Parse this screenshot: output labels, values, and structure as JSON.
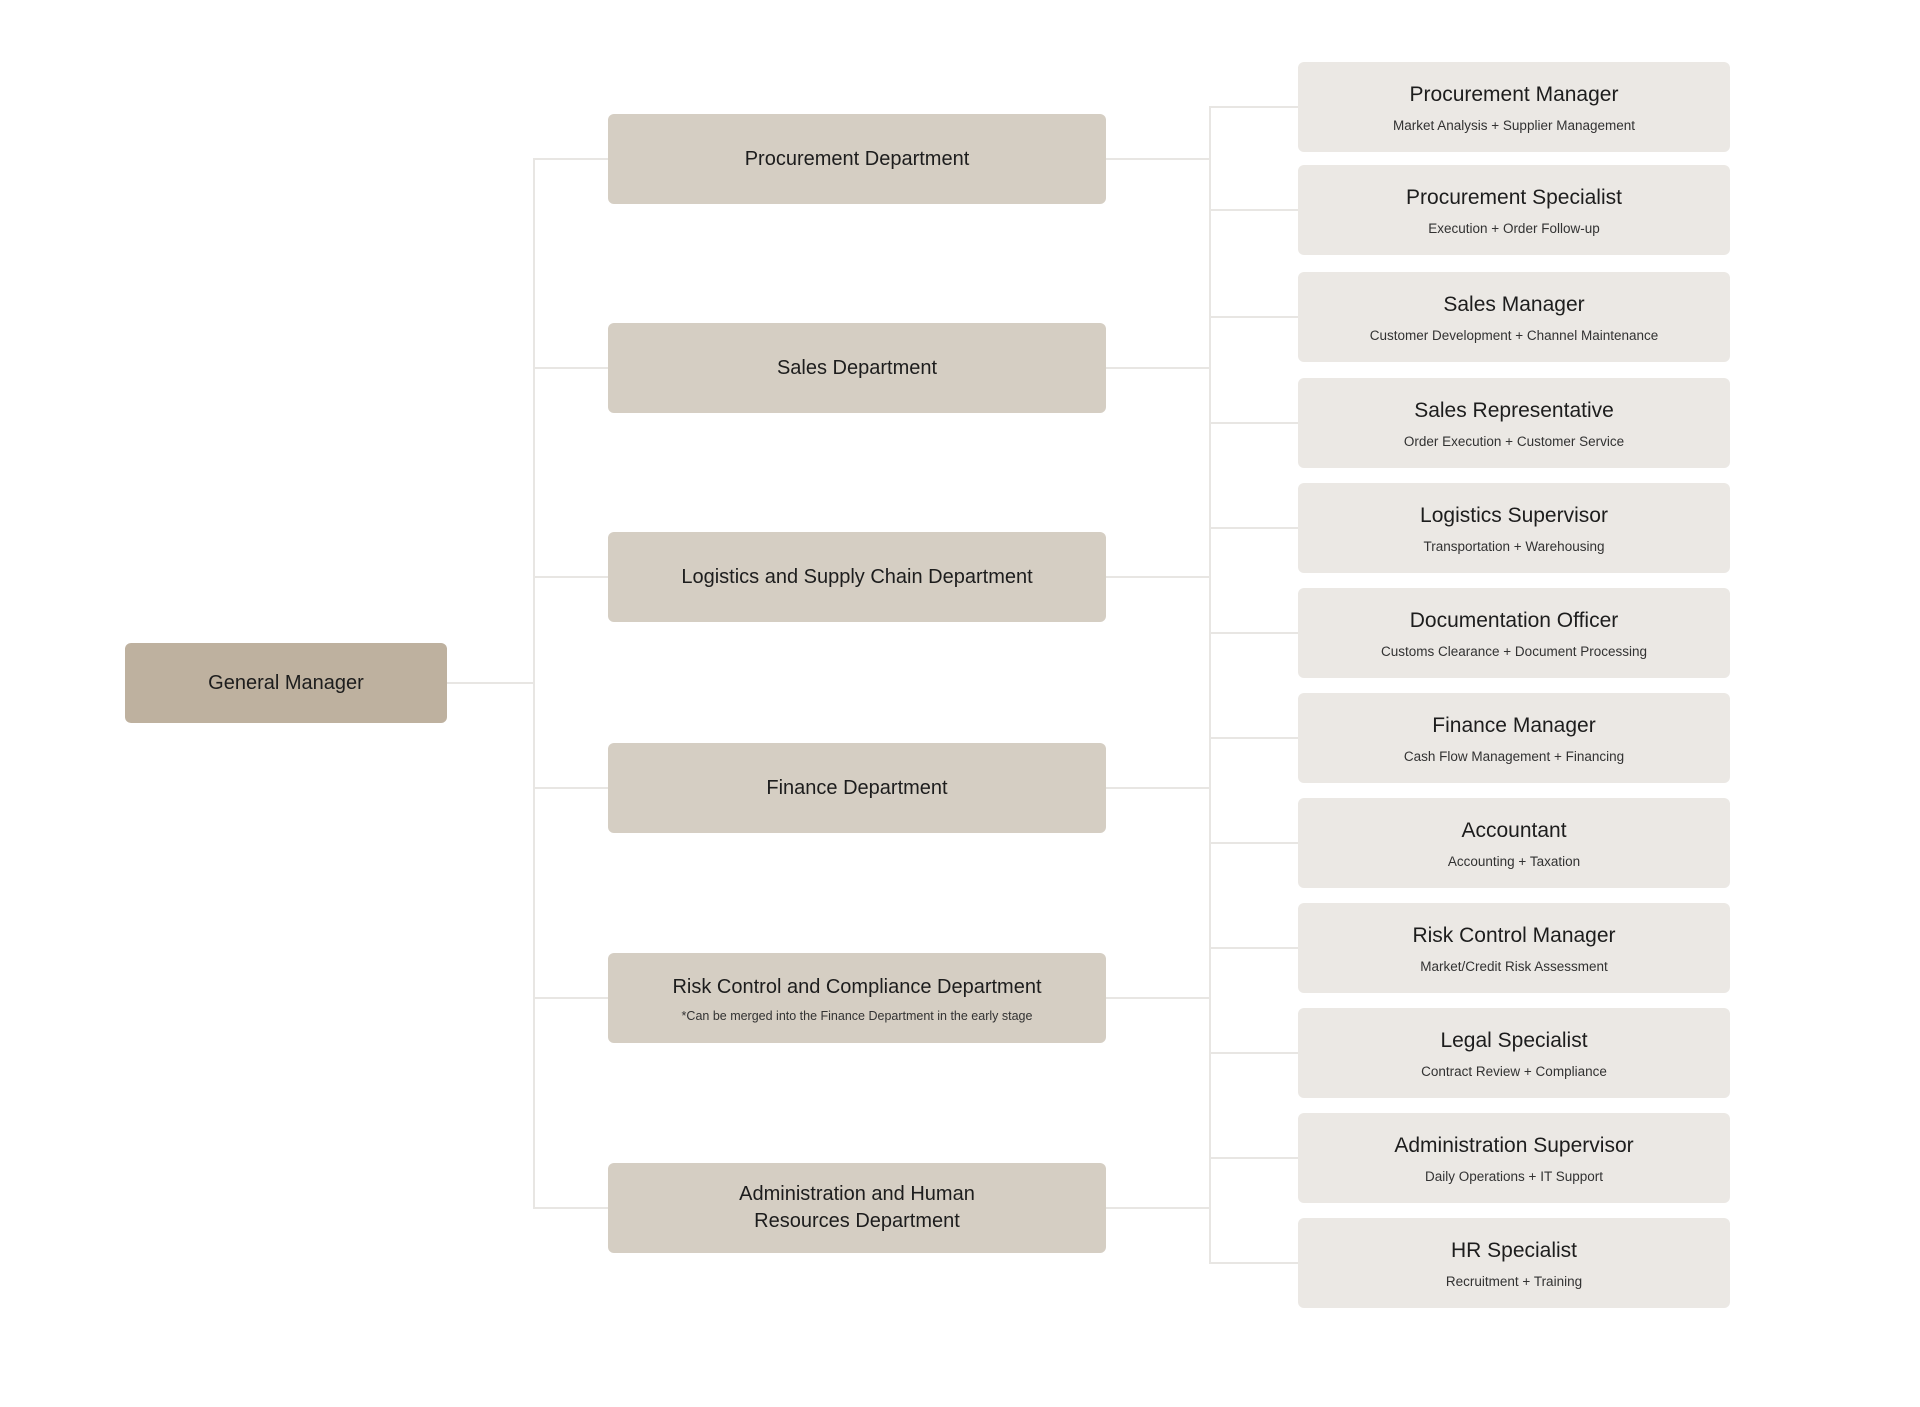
{
  "palette": {
    "canvas_bg": "#ffffff",
    "root_fill": "#beb19f",
    "department_fill": "#d5cec3",
    "role_fill": "#ebe8e4",
    "connector": "#e8e6e3",
    "title_text": "#1d1d1d",
    "subtitle_text": "#323232"
  },
  "root": {
    "title": "General Manager"
  },
  "departments": [
    {
      "title": "Procurement Department"
    },
    {
      "title": "Sales Department"
    },
    {
      "title": "Logistics and Supply Chain Department"
    },
    {
      "title": "Finance Department"
    },
    {
      "title": "Risk Control and Compliance Department",
      "note": "*Can be merged into the Finance Department in the early stage"
    },
    {
      "title": "Administration and Human\nResources Department"
    }
  ],
  "roles": [
    {
      "title": "Procurement Manager",
      "subtitle": "Market Analysis + Supplier Management"
    },
    {
      "title": "Procurement Specialist",
      "subtitle": "Execution + Order Follow-up"
    },
    {
      "title": "Sales Manager",
      "subtitle": "Customer Development + Channel Maintenance"
    },
    {
      "title": "Sales Representative",
      "subtitle": "Order Execution + Customer Service"
    },
    {
      "title": "Logistics Supervisor",
      "subtitle": "Transportation + Warehousing"
    },
    {
      "title": "Documentation Officer",
      "subtitle": "Customs Clearance + Document Processing"
    },
    {
      "title": "Finance Manager",
      "subtitle": "Cash Flow Management + Financing"
    },
    {
      "title": "Accountant",
      "subtitle": "Accounting + Taxation"
    },
    {
      "title": "Risk Control Manager",
      "subtitle": "Market/Credit Risk Assessment"
    },
    {
      "title": "Legal Specialist",
      "subtitle": "Contract Review + Compliance"
    },
    {
      "title": "Administration Supervisor",
      "subtitle": "Daily Operations + IT Support"
    },
    {
      "title": "HR Specialist",
      "subtitle": "Recruitment + Training"
    }
  ]
}
